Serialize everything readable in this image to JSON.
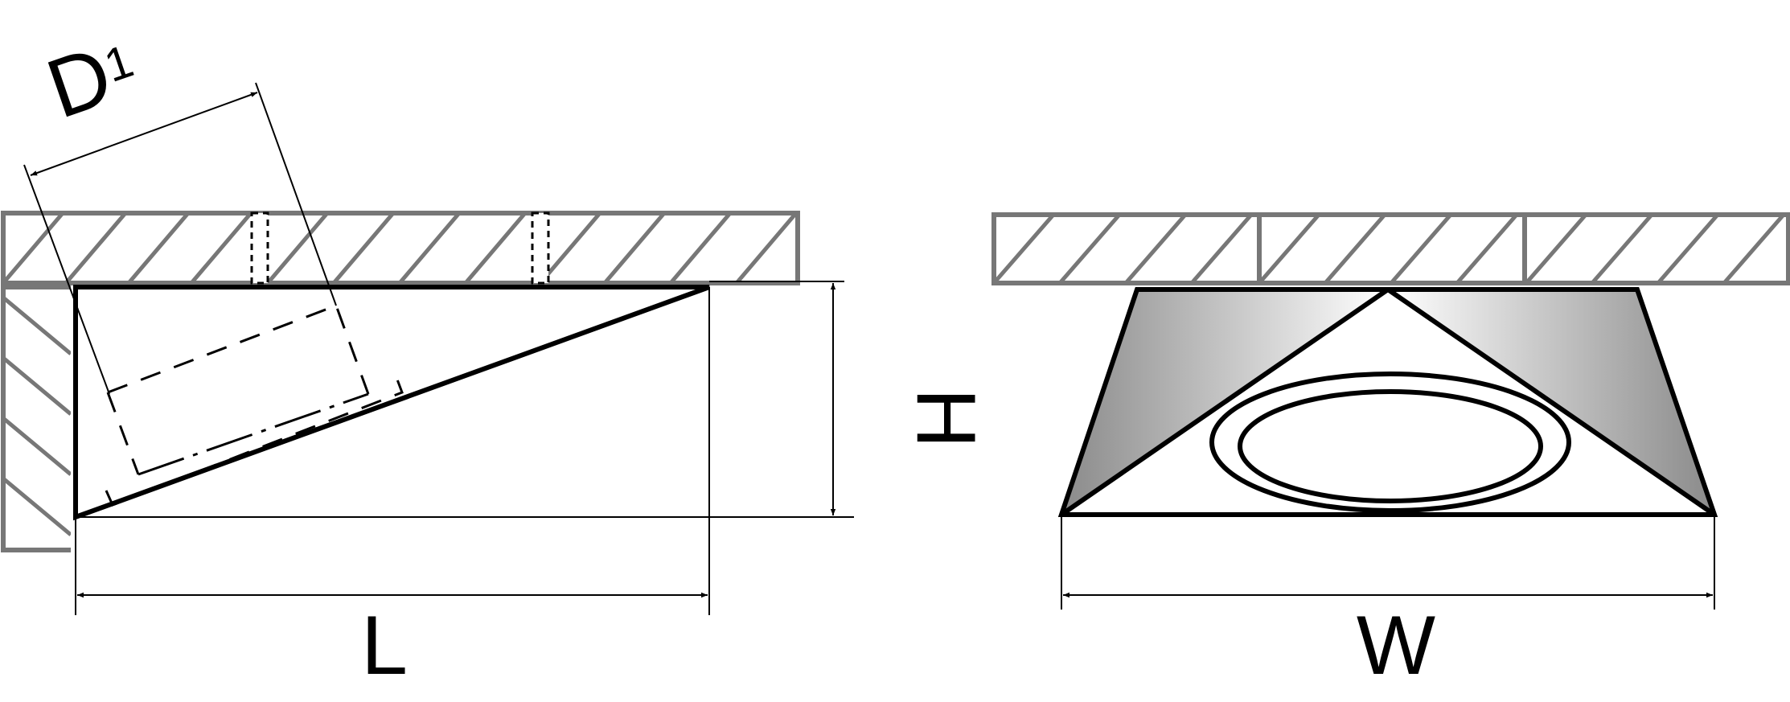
{
  "labels": {
    "d1": "D",
    "d1_sub": "1",
    "height": "H",
    "length": "L",
    "width": "W"
  },
  "colors": {
    "outline": "#000000",
    "ceiling_hatch": "#777777",
    "shade_dark": "#8a8a8a",
    "shade_light": "#ffffff"
  }
}
